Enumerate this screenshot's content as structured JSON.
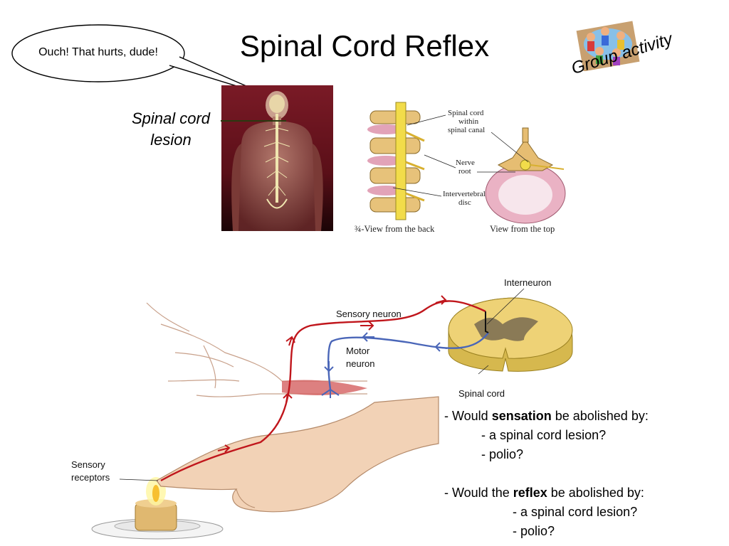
{
  "slide": {
    "title": "Spinal Cord Reflex",
    "speech_bubble": "Ouch! That hurts, dude!",
    "lesion_label_line1": "Spinal cord",
    "lesion_label_line2": "lesion",
    "group_activity": "Group activity"
  },
  "spine_figure": {
    "spinal_cord_label": [
      "Spinal cord",
      "within",
      "spinal canal"
    ],
    "nerve_root_label": [
      "Nerve",
      "root"
    ],
    "disc_label": [
      "Intervertebral",
      "disc"
    ],
    "view_back": "¾-View from the back",
    "view_top": "View from the top"
  },
  "reflex_figure": {
    "interneuron": "Interneuron",
    "sensory_neuron": "Sensory neuron",
    "motor_neuron": [
      "Motor",
      "neuron"
    ],
    "spinal_cord": "Spinal cord",
    "sensory_receptors": [
      "Sensory",
      "receptors"
    ]
  },
  "questions": {
    "q1_prefix": "- Would ",
    "q1_bold": "sensation",
    "q1_suffix": " be abolished by:",
    "q1_a": "- a spinal cord lesion?",
    "q1_b": "- polio?",
    "q2_prefix": "-  Would the ",
    "q2_bold": "reflex",
    "q2_suffix": " be abolished by:",
    "q2_a": "- a spinal cord lesion?",
    "q2_b": "- polio?"
  },
  "colors": {
    "sensory_path": "#c0161c",
    "motor_path": "#4a66b8",
    "spinal_cord_fill": "#e9cf6a",
    "back_bg": "#6e1620"
  }
}
